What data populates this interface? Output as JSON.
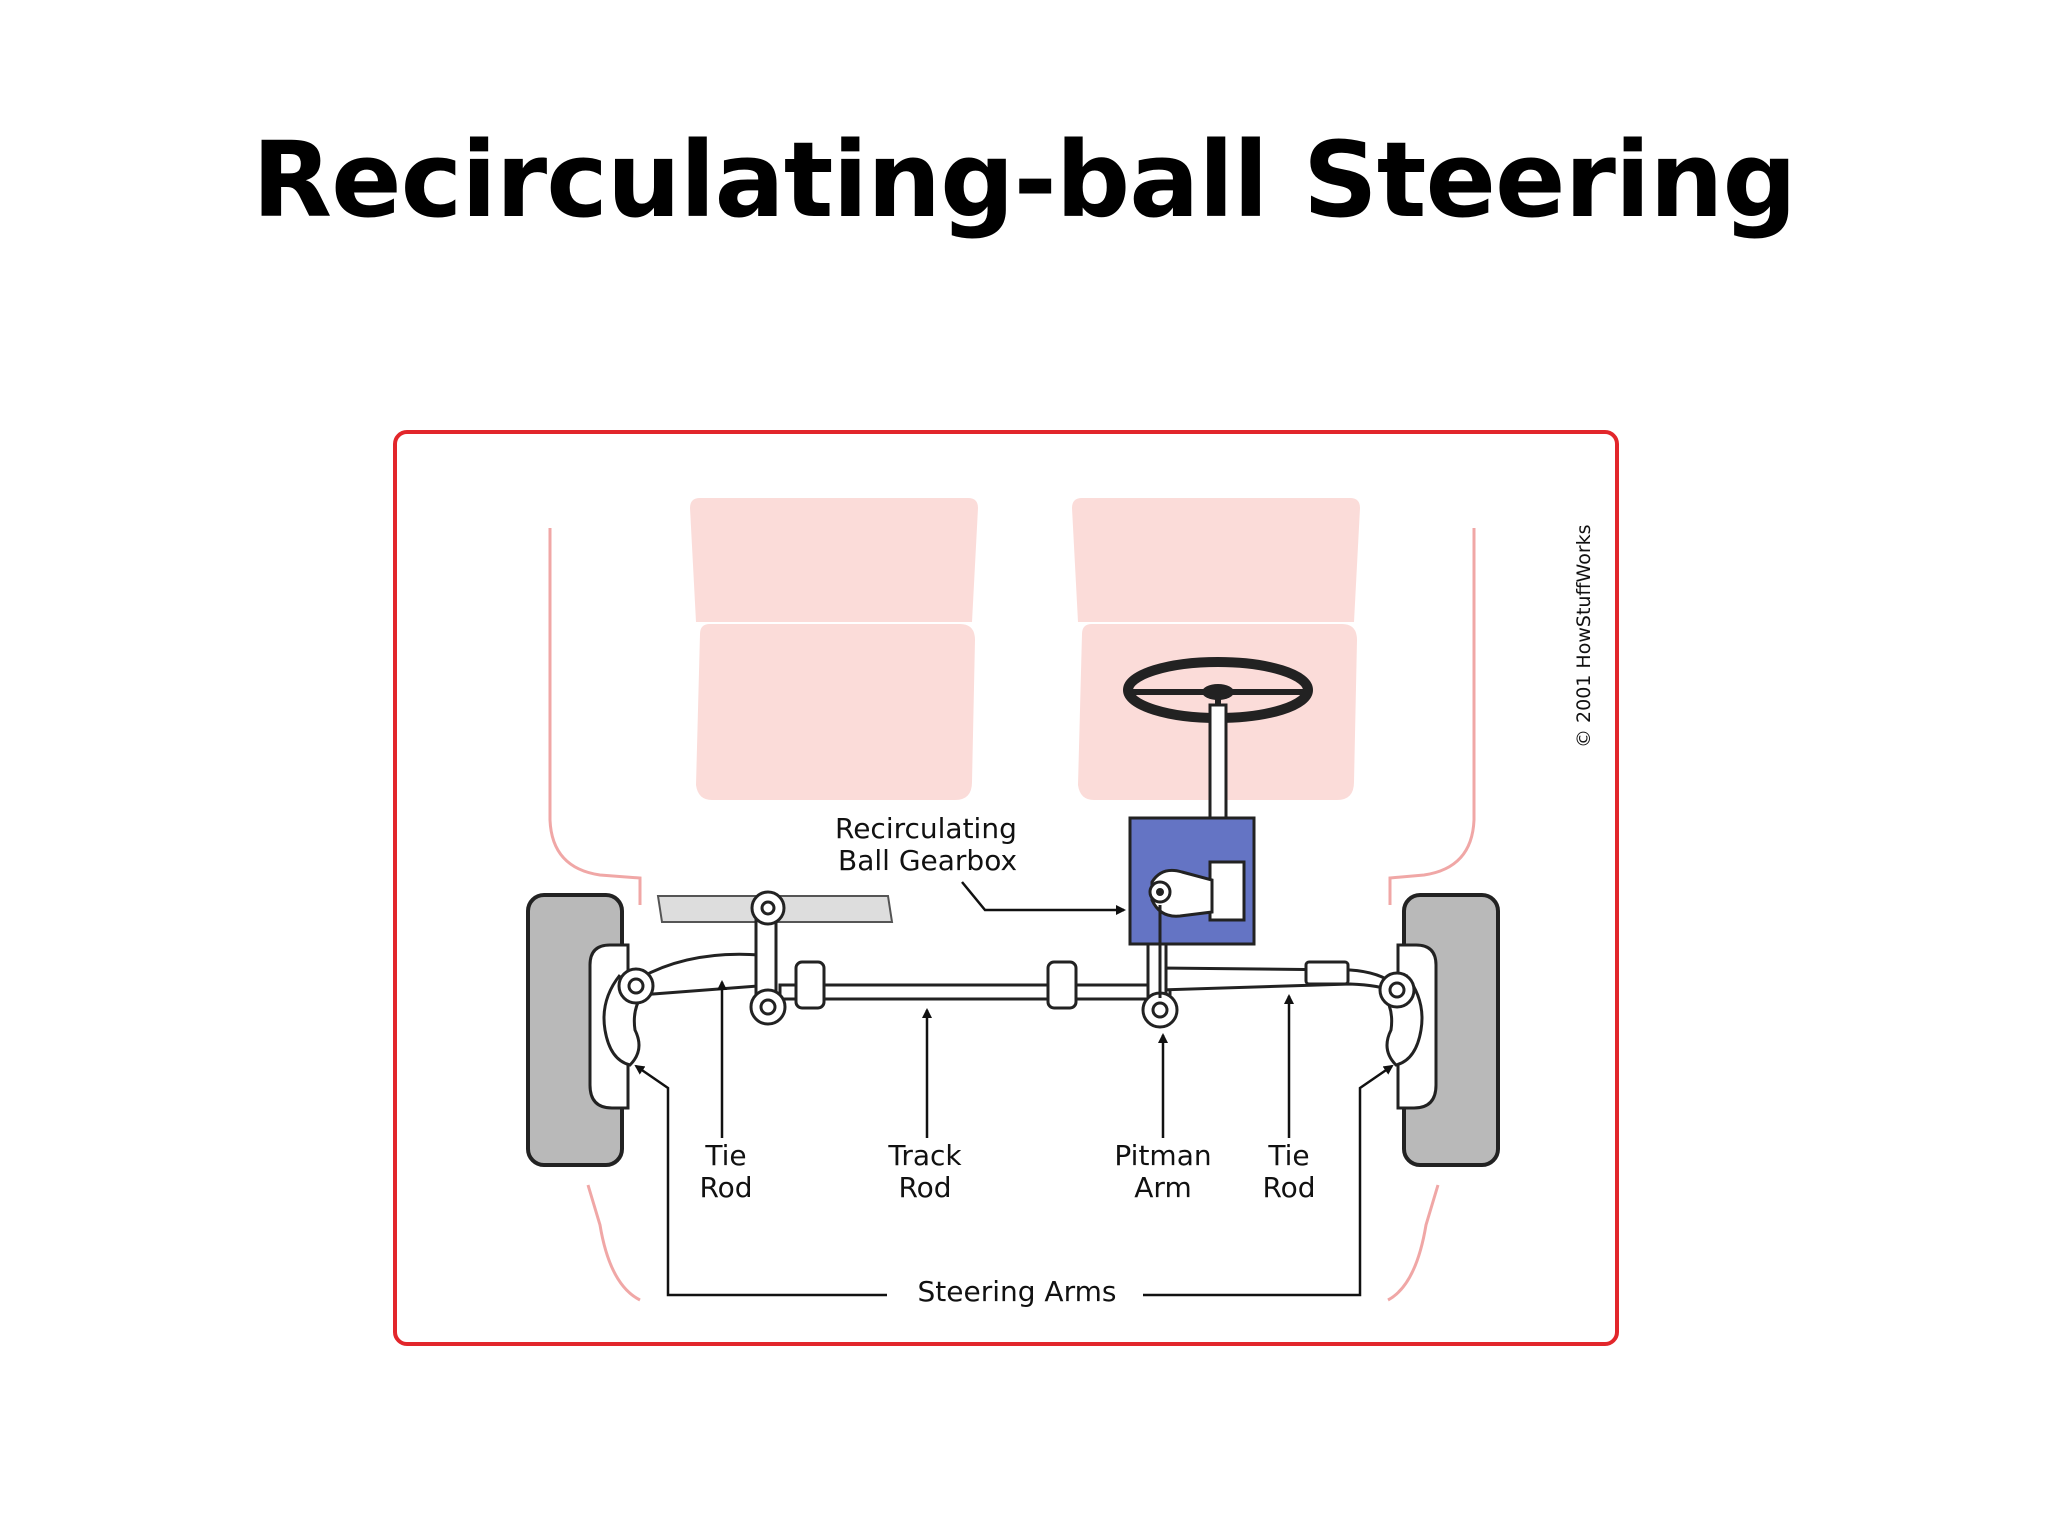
{
  "slide": {
    "title": "Recirculating-ball Steering"
  },
  "diagram": {
    "frame_color": "#e2262b",
    "seat_color": "#fbdcd9",
    "gearbox_color": "#6474c4",
    "tire_color": "#b9b9b9",
    "copyright": "© 2001 HowStuffWorks",
    "labels": {
      "gearbox_line1": "Recirculating",
      "gearbox_line2": "Ball Gearbox",
      "tie_rod_left_line1": "Tie",
      "tie_rod_left_line2": "Rod",
      "track_rod_line1": "Track",
      "track_rod_line2": "Rod",
      "pitman_arm_line1": "Pitman",
      "pitman_arm_line2": "Arm",
      "tie_rod_right_line1": "Tie",
      "tie_rod_right_line2": "Rod",
      "steering_arms": "Steering Arms"
    }
  }
}
